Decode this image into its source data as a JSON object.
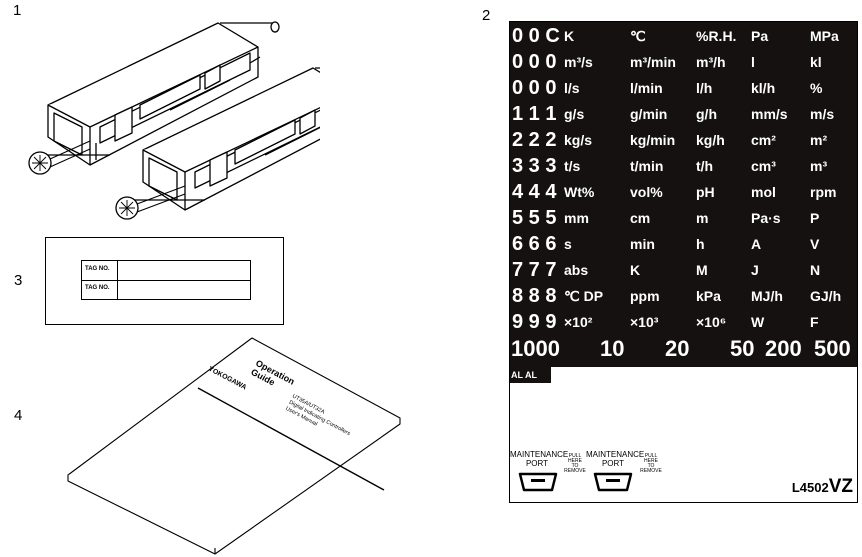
{
  "figure_numbers": [
    "1",
    "2",
    "3",
    "4"
  ],
  "unit_sheet": {
    "rows": [
      {
        "digits": "0 0 C",
        "units": [
          "K",
          "℃",
          "%R.H.",
          "Pa",
          "MPa"
        ]
      },
      {
        "digits": "0 0 0",
        "units": [
          "m³/s",
          "m³/min",
          "m³/h",
          "l",
          "kl"
        ]
      },
      {
        "digits": "0 0 0",
        "units": [
          "l/s",
          "l/min",
          "l/h",
          "kl/h",
          "%"
        ]
      },
      {
        "digits": "1 1 1",
        "units": [
          "g/s",
          "g/min",
          "g/h",
          "mm/s",
          "m/s"
        ]
      },
      {
        "digits": "2 2 2",
        "units": [
          "kg/s",
          "kg/min",
          "kg/h",
          "cm²",
          "m²"
        ]
      },
      {
        "digits": "3 3 3",
        "units": [
          "t/s",
          "t/min",
          "t/h",
          "cm³",
          "m³"
        ]
      },
      {
        "digits": "4 4 4",
        "units": [
          "Wt%",
          "vol%",
          "pH",
          "mol",
          "rpm"
        ]
      },
      {
        "digits": "5 5 5",
        "units": [
          "mm",
          "cm",
          "m",
          "Pa·s",
          "P"
        ]
      },
      {
        "digits": "6 6 6",
        "units": [
          "s",
          "min",
          "h",
          "A",
          "V"
        ]
      },
      {
        "digits": "7 7 7",
        "units": [
          "abs",
          "K",
          "M",
          "J",
          "N"
        ]
      },
      {
        "digits": "8 8 8",
        "units": [
          "℃ DP",
          "ppm",
          "kPa",
          "MJ/h",
          "GJ/h"
        ]
      },
      {
        "digits": "9 9 9",
        "units": [
          "×10²",
          "×10³",
          "×10⁶",
          "W",
          "F"
        ]
      }
    ],
    "bottom_row": [
      "1000",
      "10",
      "20",
      "50",
      "200",
      "500"
    ],
    "alarm_label": "AL AL",
    "maintenance_label_line1": "MAINTENANCE",
    "maintenance_label_line2": "PORT",
    "pull_label_line1": "PULL HERE",
    "pull_label_line2": "TO REMOVE",
    "model_prefix": "L4502",
    "model_suffix": "VZ"
  },
  "tag_plate": {
    "rows": [
      "TAG NO.",
      "TAG NO."
    ]
  },
  "guide": {
    "title_line1": "Operation",
    "title_line2": "Guide",
    "brand": "YOKOGAWA",
    "model": "UT35A/UT32A",
    "product_line1": "Digital Indicating Controllers",
    "product_line2": "User's Manual"
  }
}
